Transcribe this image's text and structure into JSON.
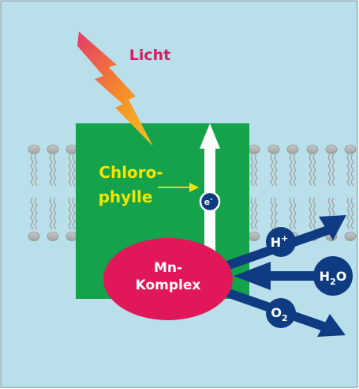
{
  "labels": {
    "light": "Licht",
    "chlorophyll_line1": "Chloro-",
    "chlorophyll_line2": "phylle",
    "electron": "e",
    "electron_sup": "-",
    "mn_line1": "Mn-",
    "mn_line2": "Komplex",
    "proton": "H",
    "proton_sup": "+",
    "water_h": "H",
    "water_sub": "2",
    "water_o": "O",
    "oxygen_o": "O",
    "oxygen_sub": "2"
  },
  "colors": {
    "background": "#b9e0ea",
    "protein_green": "#14a24a",
    "mn_complex": "#e0185a",
    "arrow_blue": "#0e3b82",
    "chlorophyll_text": "#f2e600",
    "light_text": "#d81b60",
    "membrane_gray": "#a6aaa9"
  },
  "icons": {
    "light": "lightning-bolt-icon"
  }
}
